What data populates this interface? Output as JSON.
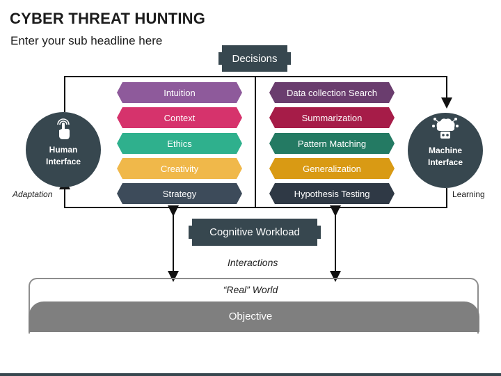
{
  "title": "CYBER THREAT HUNTING",
  "subtitle": "Enter your sub headline here",
  "decisions": "Decisions",
  "cognitive_workload": "Cognitive Workload",
  "interactions": "Interactions",
  "real_world": "“Real” World",
  "objective": "Objective",
  "human": {
    "line1": "Human",
    "line2": "Interface",
    "icon": "touch-hand-icon"
  },
  "machine": {
    "line1": "Machine",
    "line2": "Interface",
    "icon": "robot-brain-icon"
  },
  "adaptation": "Adaptation",
  "learning": "Learning",
  "human_items": [
    {
      "label": "Intuition",
      "color": "#8e5a9b"
    },
    {
      "label": "Context",
      "color": "#d6336c"
    },
    {
      "label": "Ethics",
      "color": "#2fb08d"
    },
    {
      "label": "Creativity",
      "color": "#f0b84a"
    },
    {
      "label": "Strategy",
      "color": "#3d4b5a"
    }
  ],
  "machine_items": [
    {
      "label": "Data collection Search",
      "color": "#6a3d6e"
    },
    {
      "label": "Summarization",
      "color": "#a61c48"
    },
    {
      "label": "Pattern Matching",
      "color": "#247a63"
    },
    {
      "label": "Generalization",
      "color": "#d99a14"
    },
    {
      "label": "Hypothesis Testing",
      "color": "#2f3945"
    }
  ],
  "colors": {
    "dark": "#37474f",
    "objective": "#7f7f7f"
  }
}
